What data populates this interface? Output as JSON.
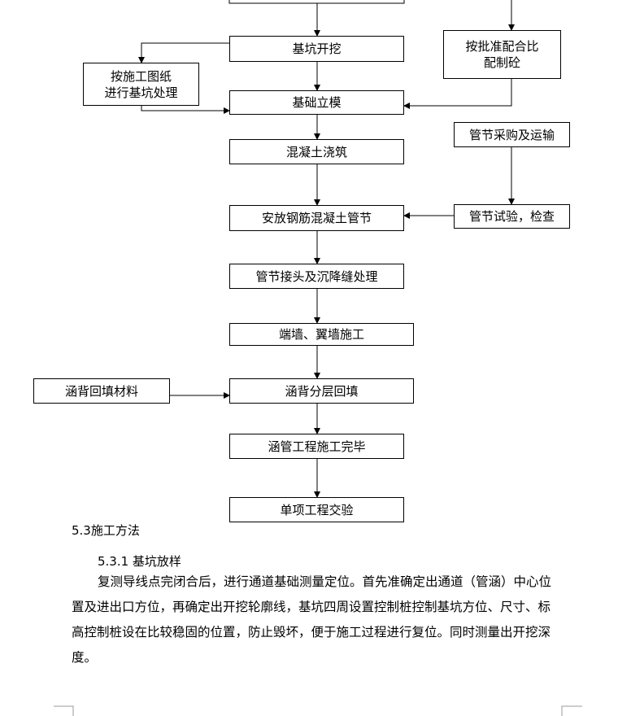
{
  "flowchart": {
    "steps": {
      "excavation": "基坑开挖",
      "formwork": "基础立模",
      "concrete_pour": "混凝土浇筑",
      "pipe_install": "安放钢筋混凝土管节",
      "joint_treatment": "管节接头及沉降缝处理",
      "wall_construction": "端墙、翼墙施工",
      "layered_backfill": "涵背分层回填",
      "completion": "涵管工程施工完毕",
      "acceptance": "单项工程交验"
    },
    "side_boxes": {
      "pit_treatment": "按施工图纸\n进行基坑处理",
      "approved_mix": "按批准配合比\n配制砼",
      "pipe_purchase": "管节采购及运输",
      "pipe_test": "管节试验，检查",
      "backfill_material": "涵背回填材料"
    }
  },
  "document": {
    "section_heading": "5.3施工方法",
    "subsection_heading": "5.3.1 基坑放样",
    "paragraph_lines": [
      "复测导线点完闭合后，进行通道基础测量定位。首先准确定出通道（管涵）中心位",
      "置及进出口方位，再确定出开挖轮廓线，基坑四周设置控制桩控制基坑方位、尺寸、标",
      "高控制桩设在比较稳固的位置，防止毁坏，便于施工过程进行复位。同时测量出开挖深",
      "度。"
    ]
  }
}
